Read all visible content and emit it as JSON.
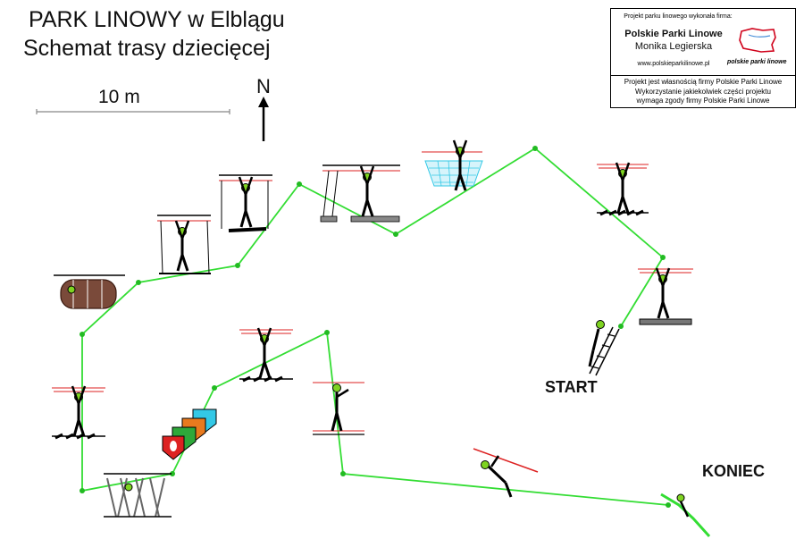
{
  "title": "PARK LINOWY w Elblągu",
  "subtitle": "Schemat trasy dziecięcej",
  "scale_label": "10 m",
  "north_label": "N",
  "info": {
    "made_by": "Projekt parku linowego wykonała firma:",
    "company": "Polskie Parki Linowe",
    "person": "Monika Legierska",
    "website": "www.polskieparkilinowe.pl",
    "logo_text": "polskie parki linowe",
    "copyright_lines": [
      "Projekt jest własnością firmy Polskie Parki Linowe",
      "Wykorzystanie jakiekolwiek części projektu",
      "wymaga zgody firmy Polskie Parki Linowe"
    ]
  },
  "start_label": "START",
  "end_label": "KONIEC",
  "colors": {
    "route": "#33dd33",
    "node": "#22bb22",
    "cable_red": "#dd2222",
    "helmet": "#7ed321",
    "net_cyan": "#33c8e6"
  },
  "obstacle_icons": [
    "ladder-climb",
    "plank-platform",
    "rope-hang",
    "log-swing",
    "hanging-net",
    "swing-bridge",
    "stepping-bridge",
    "barrel-tunnel",
    "rope-traverse",
    "shield-climbing-wall",
    "cargo-net",
    "rope-traverse-2",
    "rope-walk",
    "zipline",
    "zipline-landing"
  ]
}
